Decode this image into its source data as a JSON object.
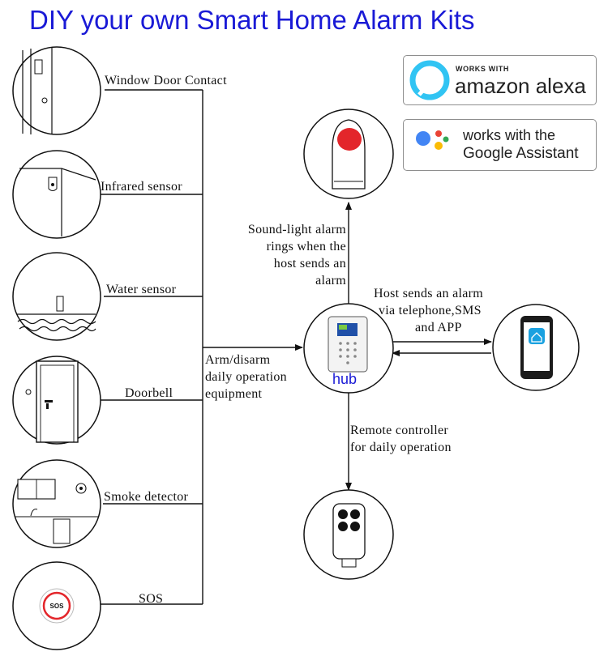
{
  "title": "DIY your own Smart Home Alarm Kits",
  "sensors": [
    {
      "label": "Window Door Contact"
    },
    {
      "label": "Infrared sensor"
    },
    {
      "label": "Water sensor"
    },
    {
      "label": "Doorbell"
    },
    {
      "label": "Smoke detector"
    },
    {
      "label": "SOS"
    }
  ],
  "sos_button_text": "SOS",
  "hub": {
    "label": "hub"
  },
  "bus_label": [
    "Arm/disarm",
    "daily operation",
    "equipment"
  ],
  "siren_label": [
    "Sound-light alarm",
    "rings when the",
    "host sends an",
    "alarm"
  ],
  "phone_label": [
    "Host sends an alarm",
    "via telephone,SMS",
    "and APP"
  ],
  "remote_label": [
    "Remote controller",
    "for daily operation"
  ],
  "badges": {
    "alexa": {
      "small": "WORKS WITH",
      "big": "amazon alexa",
      "ring_color": "#31c4f3"
    },
    "google": {
      "line1": "works with the",
      "line2": "Google Assistant",
      "dot_colors": [
        "#4285f4",
        "#ea4335",
        "#fbbc05",
        "#34a853"
      ]
    }
  },
  "colors": {
    "title": "#1a1ad6",
    "siren_light": "#e3262b",
    "app_icon": "#1aa1e0"
  }
}
